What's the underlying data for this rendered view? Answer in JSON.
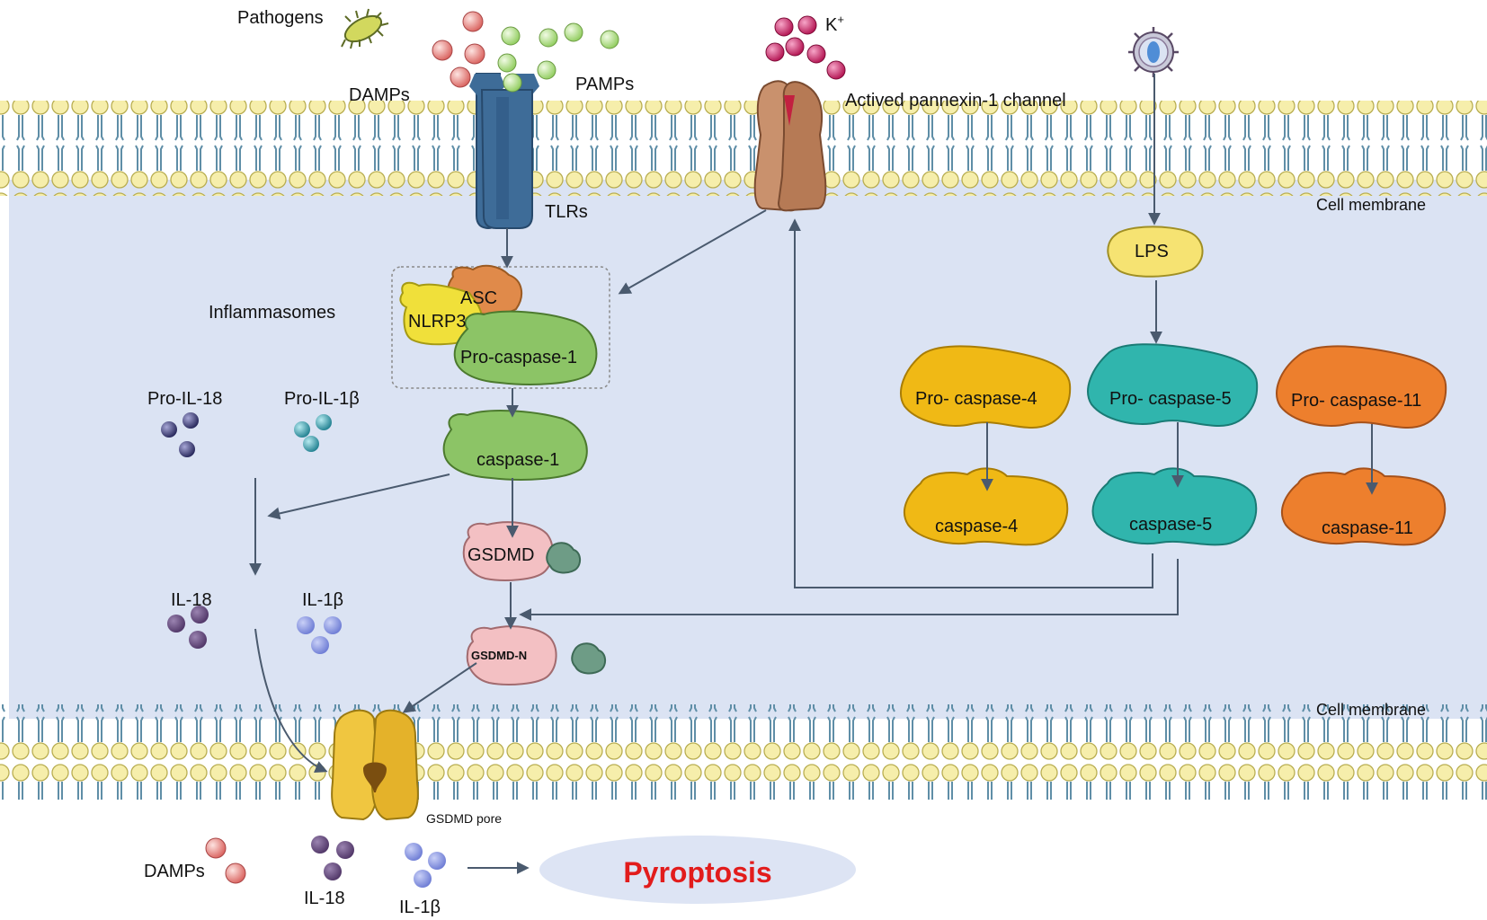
{
  "labels": {
    "pathogens": "Pathogens",
    "damps_top": "DAMPs",
    "pamps": "PAMPs",
    "k_ion": "K",
    "k_sup": "+",
    "pannexin": "Actived pannexin-1 channel",
    "tlrs": "TLRs",
    "cell_membrane_top": "Cell membrane",
    "cell_membrane_bottom": "Cell membrane",
    "lps": "LPS",
    "inflammasomes": "Inflammasomes",
    "asc": "ASC",
    "nlrp3": "NLRP3",
    "pro_caspase_1": "Pro-caspase-1",
    "caspase_1": "caspase-1",
    "pro_il18": "Pro-IL-18",
    "pro_il1b": "Pro-IL-1β",
    "gsdmd": "GSDMD",
    "gsdmd_n": "GSDMD-N",
    "il18_mid": "IL-18",
    "il1b_mid": "IL-1β",
    "pro_caspase_4": "Pro- caspase-4",
    "pro_caspase_5": "Pro- caspase-5",
    "pro_caspase_11": "Pro- caspase-11",
    "caspase_4": "caspase-4",
    "caspase_5": "caspase-5",
    "caspase_11": "caspase-11",
    "gsdmd_pore": "GSDMD pore",
    "damps_bottom": "DAMPs",
    "il18_bottom": "IL-18",
    "il1b_bottom": "IL-1β",
    "pyroptosis": "Pyroptosis"
  },
  "colors": {
    "cytoplasm": "#dbe3f3",
    "lipid_head": "#f6eeab",
    "lipid_tail": "#5f8ea7",
    "tlr": "#3e6c98",
    "pannexin": "#c9916d",
    "asc": "#e08a4a",
    "nlrp3": "#f0e03a",
    "caspase1": "#8cc466",
    "gsdmd": "#f3c0c3",
    "fragment": "#6e9c86",
    "lps": "#f6e372",
    "caspase4": "#f0b915",
    "caspase5": "#30b5ad",
    "caspase11": "#ed7f2d",
    "pore": "#f0c640",
    "pyroptosis_bg": "#dde4f4",
    "pyroptosis_text": "#e21c1c",
    "damp": "#e9827f",
    "pamp": "#b7e28c",
    "k_ion": "#d0206c",
    "pro_il18": "#3d3d7a",
    "pro_il1b": "#3fa9b7",
    "il18": "#6f5287",
    "il1b": "#8b98e3",
    "arrow": "#4a5a6e"
  }
}
